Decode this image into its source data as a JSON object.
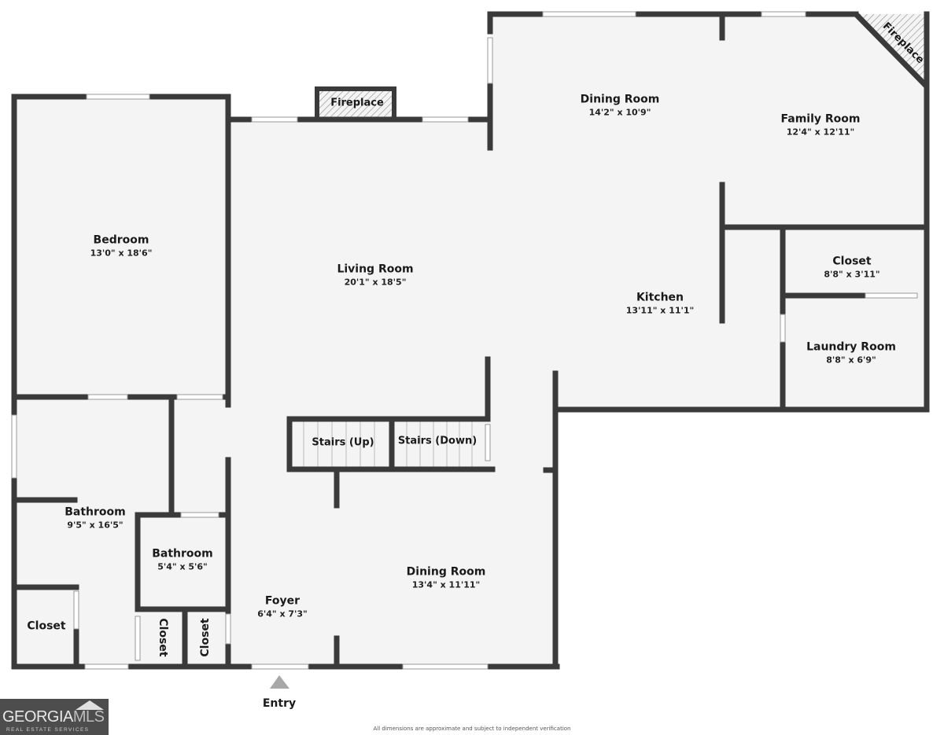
{
  "colors": {
    "wall": "#3a3a3a",
    "floor": "#f4f4f4",
    "background": "#ffffff",
    "window": "#ffffff",
    "hatch": "#888888",
    "entry_arrow": "#a8a8a8",
    "logo_bg": "#4d4d4d"
  },
  "rooms": [
    {
      "id": "bedroom",
      "name": "Bedroom",
      "dimensions": "13'0\" x 18'6\""
    },
    {
      "id": "living-room",
      "name": "Living Room",
      "dimensions": "20'1\" x 18'5\""
    },
    {
      "id": "dining-room-upper",
      "name": "Dining Room",
      "dimensions": "14'2\" x 10'9\""
    },
    {
      "id": "family-room",
      "name": "Family Room",
      "dimensions": "12'4\" x 12'11\""
    },
    {
      "id": "kitchen",
      "name": "Kitchen",
      "dimensions": "13'11\" x 11'1\""
    },
    {
      "id": "closet-upper",
      "name": "Closet",
      "dimensions": "8'8\" x 3'11\""
    },
    {
      "id": "laundry-room",
      "name": "Laundry Room",
      "dimensions": "8'8\" x 6'9\""
    },
    {
      "id": "bathroom-large",
      "name": "Bathroom",
      "dimensions": "9'5\" x 16'5\""
    },
    {
      "id": "bathroom-small",
      "name": "Bathroom",
      "dimensions": "5'4\" x 5'6\""
    },
    {
      "id": "foyer",
      "name": "Foyer",
      "dimensions": "6'4\" x 7'3\""
    },
    {
      "id": "dining-room-lower",
      "name": "Dining Room",
      "dimensions": "13'4\" x 11'11\""
    }
  ],
  "unlabeled_dims": {
    "closet_left": "Closet",
    "closet_mid_a": "Closet",
    "closet_mid_b": "Closet"
  },
  "stairs": {
    "up": "Stairs (Up)",
    "down": "Stairs (Down)"
  },
  "fireplaces": {
    "living": "Fireplace",
    "family": "Fireplace"
  },
  "entry": {
    "label": "Entry"
  },
  "footer": {
    "disclaimer": "All dimensions are approximate and subject to independent verification"
  },
  "logo": {
    "brand_a": "GEORGIA",
    "brand_b": "MLS",
    "tagline": "REAL ESTATE SERVICES"
  }
}
